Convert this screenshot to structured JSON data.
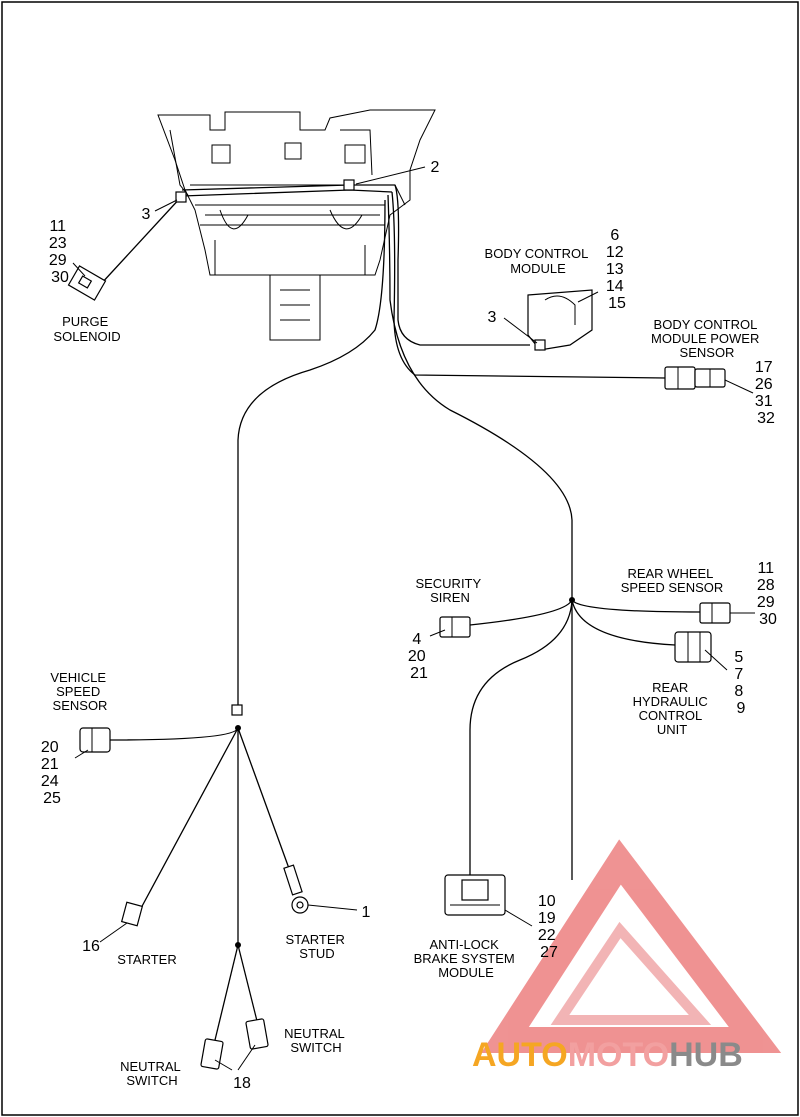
{
  "labels": {
    "purge_solenoid": [
      "PURGE",
      "SOLENOID"
    ],
    "body_control_module": [
      "BODY CONTROL",
      "MODULE"
    ],
    "bcm_power_sensor": [
      "BODY CONTROL",
      "MODULE POWER",
      "SENSOR"
    ],
    "security_siren": [
      "SECURITY",
      "SIREN"
    ],
    "rear_wheel_speed_sensor": [
      "REAR WHEEL",
      "SPEED SENSOR"
    ],
    "rear_hydraulic_control_unit": [
      "REAR",
      "HYDRAULIC",
      "CONTROL",
      "UNIT"
    ],
    "vehicle_speed_sensor": [
      "VEHICLE",
      "SPEED",
      "SENSOR"
    ],
    "starter": [
      "STARTER"
    ],
    "starter_stud": [
      "STARTER",
      "STUD"
    ],
    "anti_lock_brake_module": [
      "ANTI-LOCK",
      "BRAKE SYSTEM",
      "MODULE"
    ],
    "neutral_switch_right": [
      "NEUTRAL",
      "SWITCH"
    ],
    "neutral_switch_left": [
      "NEUTRAL",
      "SWITCH"
    ]
  },
  "callouts": {
    "purge_solenoid": [
      "11",
      "23",
      "29",
      "30"
    ],
    "clip_left": [
      "3"
    ],
    "clip_top": [
      "2"
    ],
    "body_control_module": [
      "6",
      "12",
      "13",
      "14",
      "15"
    ],
    "clip_bcm": [
      "3"
    ],
    "bcm_power_sensor": [
      "17",
      "26",
      "31",
      "32"
    ],
    "rear_wheel_speed_sensor": [
      "11",
      "28",
      "29",
      "30"
    ],
    "security_siren": [
      "4",
      "20",
      "21"
    ],
    "rear_hydraulic_control_unit": [
      "5",
      "7",
      "8",
      "9"
    ],
    "vehicle_speed_sensor": [
      "20",
      "21",
      "24",
      "25"
    ],
    "starter_stud": [
      "1"
    ],
    "starter": [
      "16"
    ],
    "anti_lock_brake_module": [
      "10",
      "19",
      "22",
      "27"
    ],
    "neutral_switch": [
      "18"
    ]
  },
  "watermark": {
    "part1": "AUTO",
    "part2": "MOTO",
    "part3": "HUB",
    "color_main": "#e23a3a",
    "color_light": "#f2a0a0",
    "color_orange": "#f5a623",
    "color_gray": "#8a8a8a"
  }
}
